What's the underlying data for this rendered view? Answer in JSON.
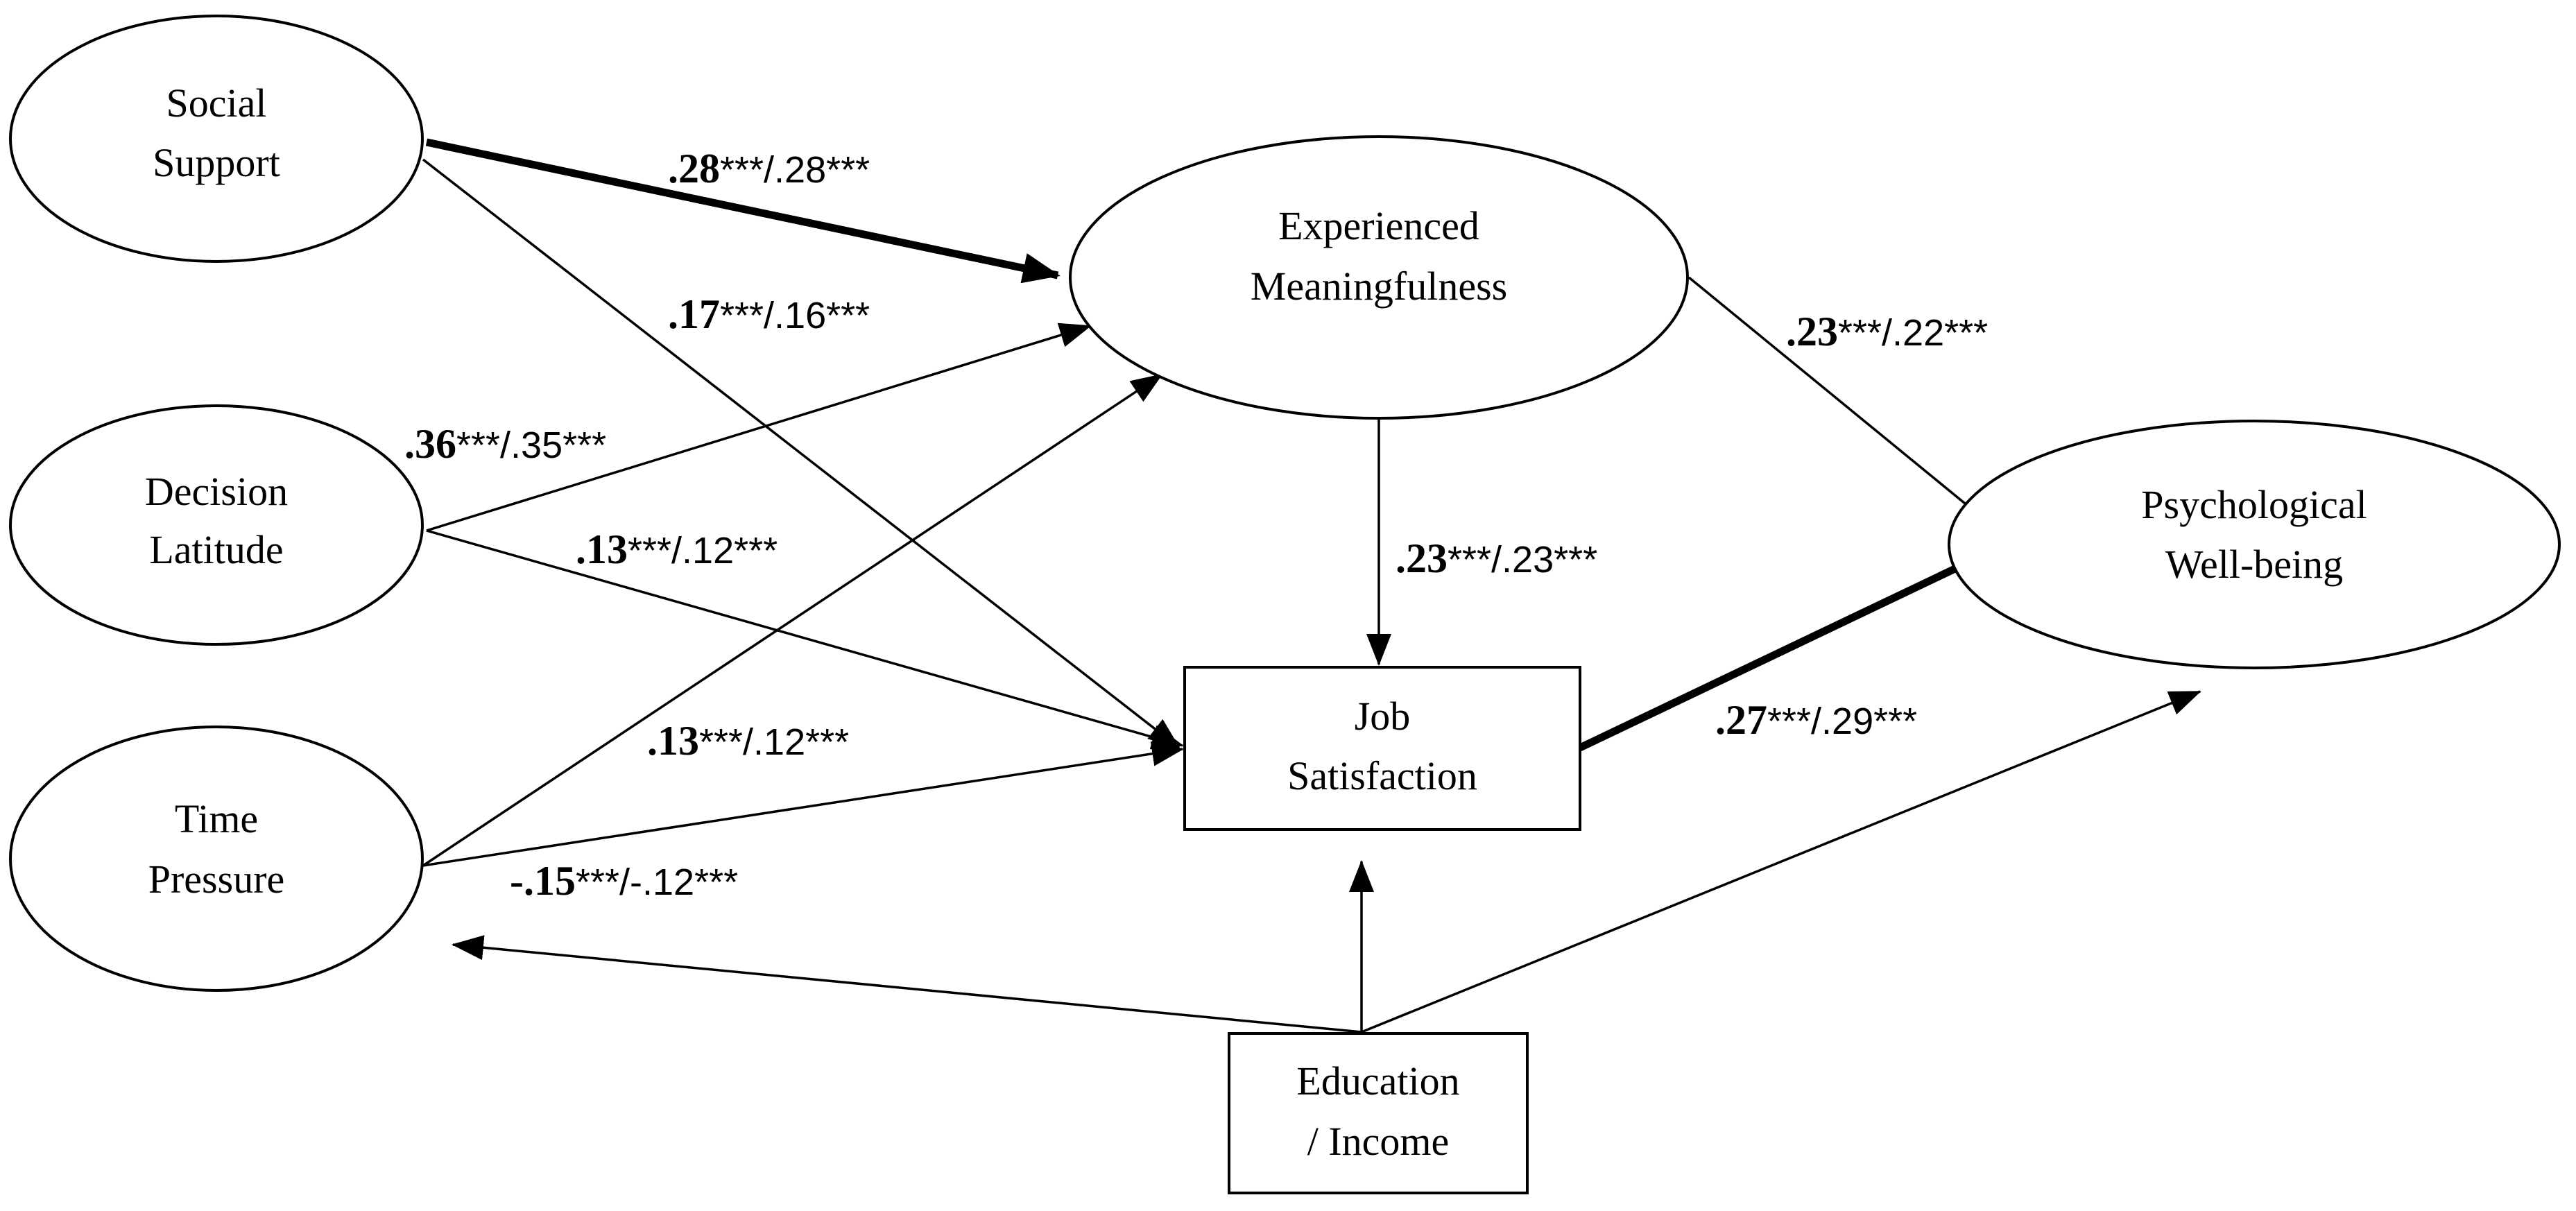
{
  "nodes": {
    "social_support": {
      "line1": "Social",
      "line2": "Support"
    },
    "decision_latitude": {
      "line1": "Decision",
      "line2": "Latitude"
    },
    "time_pressure": {
      "line1": "Time",
      "line2": "Pressure"
    },
    "experienced_meaningfulness": {
      "line1": "Experienced",
      "line2": "Meaningfulness"
    },
    "job_satisfaction": {
      "line1": "Job",
      "line2": "Satisfaction"
    },
    "psychological_wellbeing": {
      "line1": "Psychological",
      "line2": "Well-being"
    },
    "education_income": {
      "line1": "Education",
      "line2": "/ Income"
    }
  },
  "paths": {
    "ss_em": {
      "bold": ".28",
      "rest": "***/.28***"
    },
    "ss_js": {
      "bold": ".17",
      "rest": "***/.16***"
    },
    "dl_em": {
      "bold": ".36",
      "rest": "***/.35***"
    },
    "dl_js": {
      "bold": ".13",
      "rest": "***/.12***"
    },
    "tp_js": {
      "bold": ".13",
      "rest": "***/.12***"
    },
    "tp_em": {
      "bold": "-.15",
      "rest": "***/-.12***"
    },
    "em_pw": {
      "bold": ".23",
      "rest": "***/.22***"
    },
    "em_js": {
      "bold": ".23",
      "rest": "***/.23***"
    },
    "js_pw": {
      "bold": ".27",
      "rest": "***/.29***"
    }
  }
}
